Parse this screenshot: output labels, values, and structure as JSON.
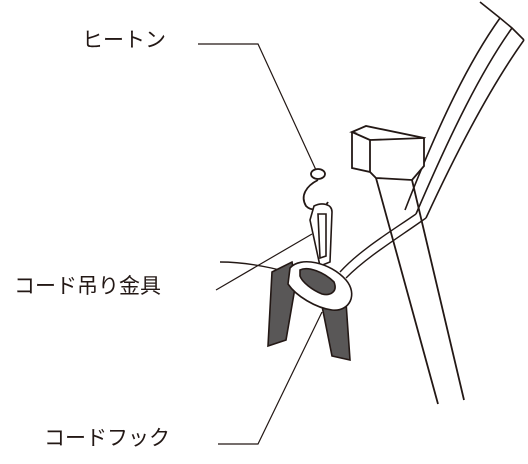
{
  "labels": {
    "heaton": "ヒートン",
    "cord_hanger": "コード吊り金具",
    "cord_hook": "コードフック"
  },
  "colors": {
    "line": "#231815",
    "strap": "#595757",
    "fill": "#ffffff",
    "shade": "#dcdddd"
  }
}
